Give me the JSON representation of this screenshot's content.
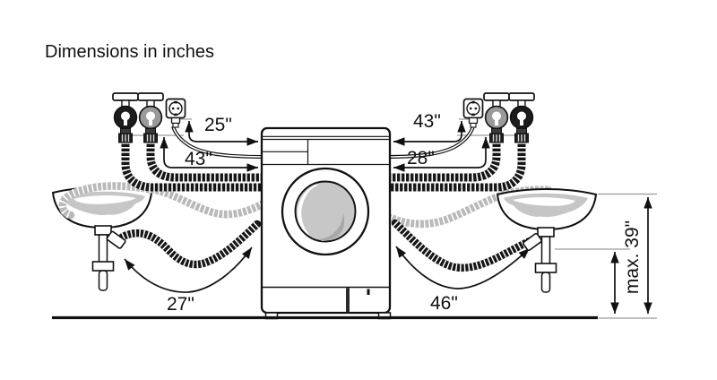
{
  "title": "Dimensions in inches",
  "labels": {
    "left_cord_length": "25\"",
    "left_supply_hose_length": "43\"",
    "right_cord_length": "43\"",
    "right_supply_hose_length": "28\"",
    "left_drain_hose_length": "27\"",
    "right_drain_hose_length": "46\"",
    "max_drain_height": "max. 39\""
  },
  "colors": {
    "ink": "#111111",
    "hose_black": "#161616",
    "hose_gray": "#b9b9b9",
    "water_gray": "#c6c6c6",
    "drum_gray": "#c7c7c7",
    "drum_shadow": "#a8a8a8",
    "background": "#ffffff"
  },
  "icons": {
    "faucet": "faucet-icon",
    "outlet": "power-outlet-icon",
    "washer": "washing-machine",
    "sink": "sink"
  }
}
